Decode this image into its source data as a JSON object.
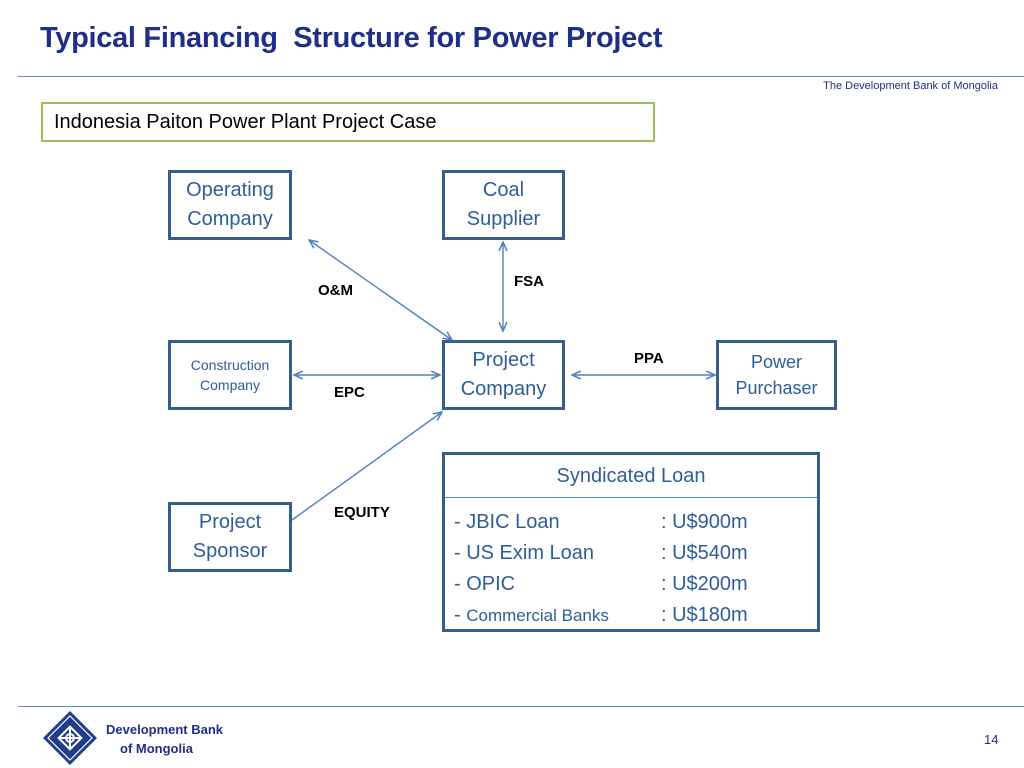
{
  "slide": {
    "title": "Typical Financing  Structure for Power Project",
    "brand": "The Development Bank of Mongolia",
    "case_title": "Indonesia Paiton Power Plant Project Case",
    "page_number": "14"
  },
  "nodes": {
    "operating": [
      "Operating",
      "Company"
    ],
    "coal": [
      "Coal",
      "Supplier"
    ],
    "construction": [
      "Construction",
      "Company"
    ],
    "project": [
      "Project",
      "Company"
    ],
    "power": [
      "Power",
      "Purchaser"
    ],
    "sponsor": [
      "Project",
      "Sponsor"
    ]
  },
  "edge_labels": {
    "om": "O&M",
    "fsa": "FSA",
    "ppa": "PPA",
    "epc": "EPC",
    "equity": "EQUITY"
  },
  "loan": {
    "title": "Syndicated Loan",
    "items": [
      {
        "name": "- JBIC Loan",
        "amount": ": U$900m"
      },
      {
        "name": "- US Exim Loan",
        "amount": ": U$540m"
      },
      {
        "name": "- OPIC",
        "amount": ": U$200m"
      },
      {
        "dash": "- ",
        "name": "Commercial Banks",
        "amount": ": U$180m"
      }
    ]
  },
  "footer": {
    "logo_line1": "Development Bank",
    "logo_line2": "of Mongolia"
  },
  "colors": {
    "title": "#1f2f86",
    "node_border": "#385d8a",
    "node_text": "#2f5d9a",
    "arrow": "#4f81bd",
    "case_border": "#9bbb59"
  }
}
